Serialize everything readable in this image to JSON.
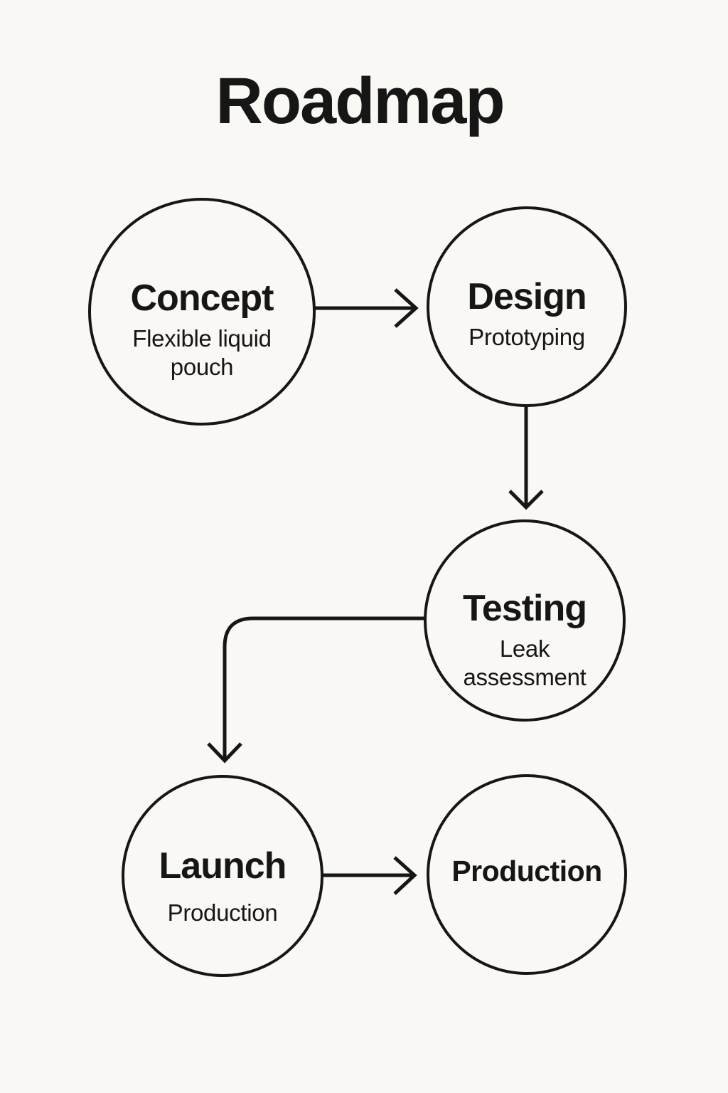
{
  "page": {
    "background_color": "#faf8f5",
    "ink_color": "#161616"
  },
  "title": "Roadmap",
  "nodes": [
    {
      "id": "concept",
      "label": "Concept",
      "sublabel": "Flexible liquid\npouch"
    },
    {
      "id": "design",
      "label": "Design",
      "sublabel": "Prototyping"
    },
    {
      "id": "testing",
      "label": "Testing",
      "sublabel": "Leak\nassessment"
    },
    {
      "id": "launch",
      "label": "Launch",
      "sublabel": "Production"
    },
    {
      "id": "production",
      "label": "Production",
      "sublabel": ""
    }
  ],
  "edges": [
    {
      "from": "Concept",
      "to": "Design",
      "shape": "straight-right-arrow"
    },
    {
      "from": "Design",
      "to": "Testing",
      "shape": "straight-down-arrow"
    },
    {
      "from": "Testing",
      "to": "Launch",
      "shape": "elbow-left-then-down-arrow"
    },
    {
      "from": "Launch",
      "to": "Production",
      "shape": "straight-right-arrow"
    }
  ]
}
